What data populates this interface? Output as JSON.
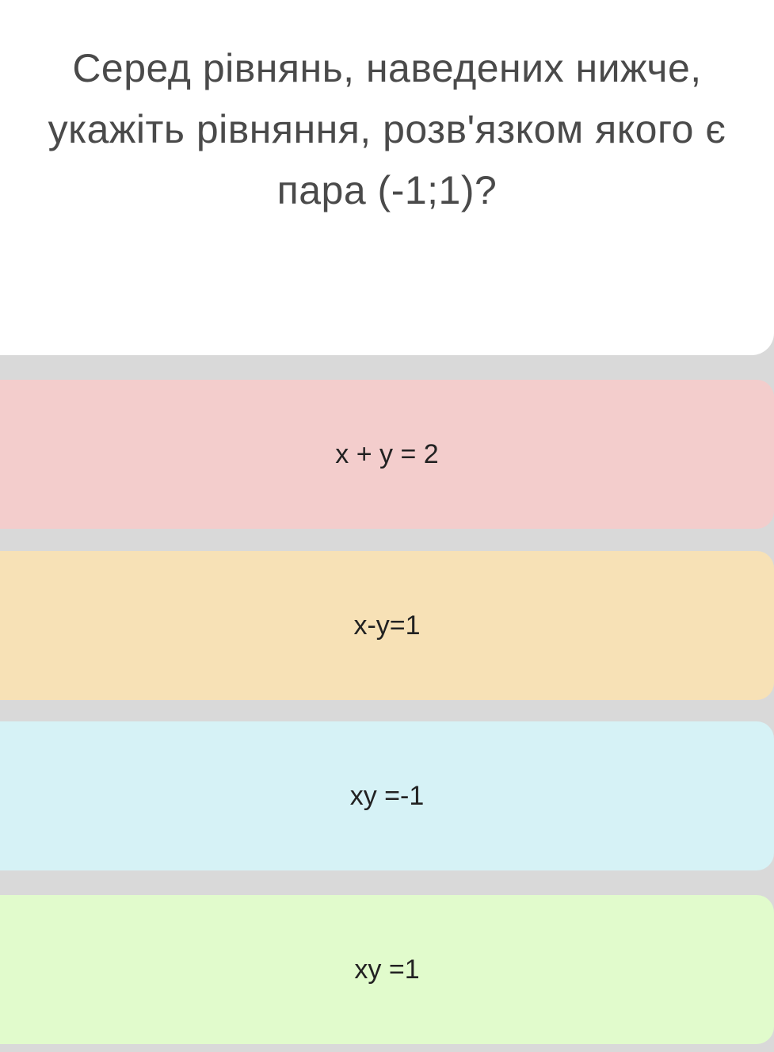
{
  "question": {
    "text": "Серед рівнянь, наведених нижче, укажіть рівняння, розв'язком якого є пара (-1;1)?"
  },
  "options": [
    {
      "label": "x + y = 2",
      "color": "#f3cdcc"
    },
    {
      "label": "x-y=1",
      "color": "#f7e1b6"
    },
    {
      "label": "xy =-1",
      "color": "#d6f2f6"
    },
    {
      "label": "xy =1",
      "color": "#e1fbcc"
    }
  ],
  "colors": {
    "background": "#d9d9d9",
    "card": "#ffffff",
    "question_text": "#4a4a4a"
  }
}
